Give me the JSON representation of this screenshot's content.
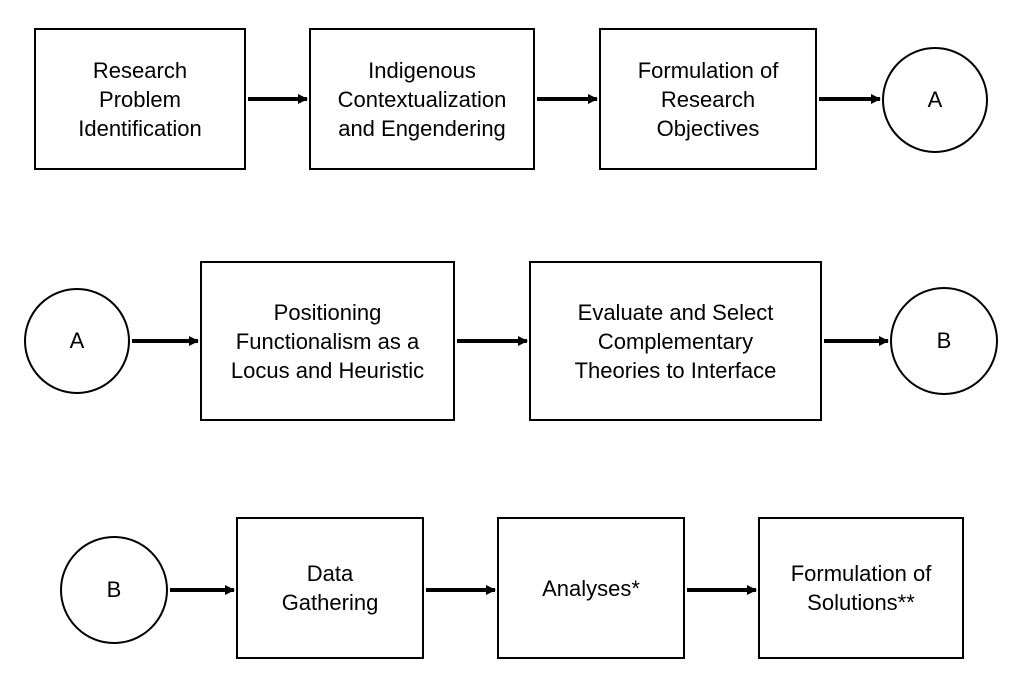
{
  "row1": {
    "box1": "Research\nProblem\nIdentification",
    "box2": "Indigenous\nContextualization\nand Engendering",
    "box3": "Formulation of\nResearch\nObjectives",
    "connector": "A"
  },
  "row2": {
    "connector_in": "A",
    "box1": "Positioning\nFunctionalism as a\nLocus and Heuristic",
    "box2": "Evaluate and Select\nComplementary\nTheories to Interface",
    "connector_out": "B"
  },
  "row3": {
    "connector_in": "B",
    "box1": "Data\nGathering",
    "box2": "Analyses*",
    "box3": "Formulation of\nSolutions**"
  },
  "colors": {
    "stroke": "#000000",
    "fill": "#ffffff"
  }
}
